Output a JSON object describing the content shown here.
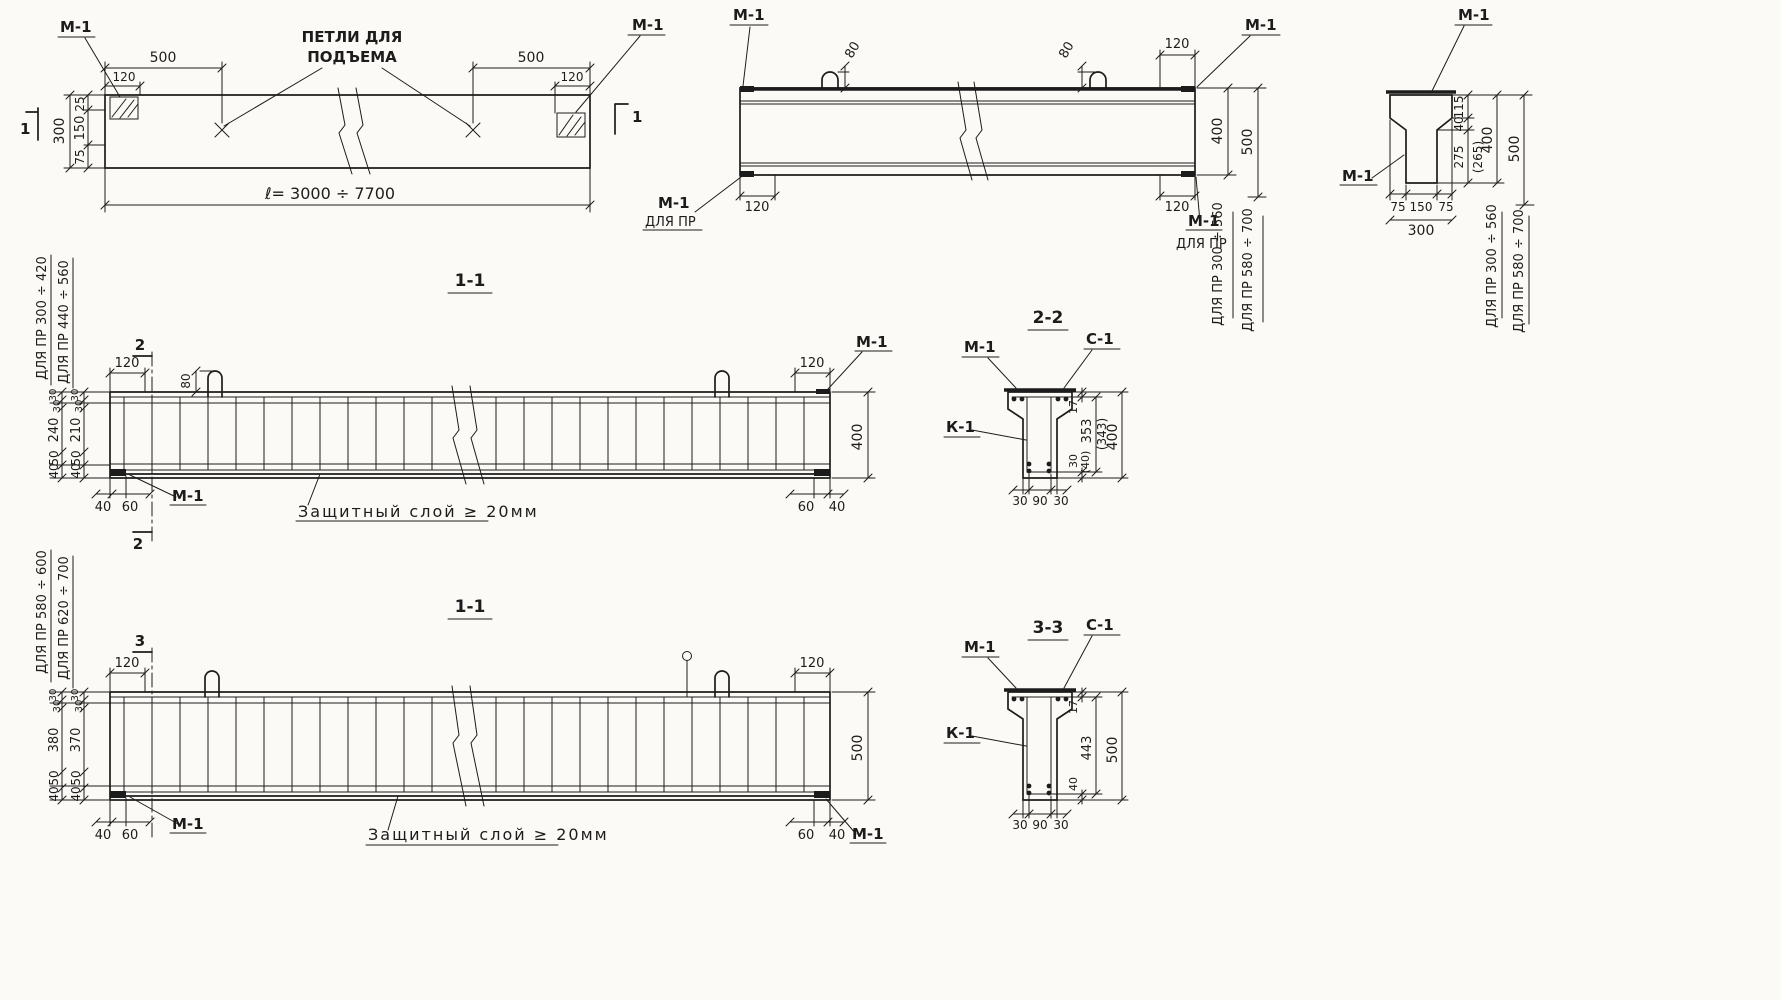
{
  "palette": {
    "ink": "#1c1c1c",
    "paper": "#fbfaf6"
  },
  "plan": {
    "m1_left": "М-1",
    "m1_right": "М-1",
    "lift_line1": "ПЕТЛИ ДЛЯ",
    "lift_line2": "ПОДЪЕМА",
    "d500l": "500",
    "d500r": "500",
    "d120l": "120",
    "d120r": "120",
    "d25": "25",
    "d150": "150",
    "d75": "75",
    "d300": "300",
    "length": "ℓ= 3000 ÷ 7700",
    "cut_left": "1",
    "cut_right": "1"
  },
  "elev": {
    "m1_tl": "М-1",
    "m1_tr": "М-1",
    "m1_bl1": "М-1",
    "m1_bl2": "ДЛЯ ПР",
    "m1_br1": "М-1",
    "m1_br2": "ДЛЯ ПР",
    "d80a": "80",
    "d80b": "80",
    "d120tr": "120",
    "d120bl": "120",
    "d120br": "120",
    "d400": "400",
    "d500": "500",
    "r400": "ДЛЯ ПР 300 ÷ 560",
    "r500": "ДЛЯ ПР 580 ÷ 700"
  },
  "endsec": {
    "m1_top": "М-1",
    "m1_left": "М-1",
    "d115": "115",
    "d40": "40",
    "d275": "275",
    "d265": "(265)",
    "d400": "400",
    "d500": "500",
    "d75a": "75",
    "d150": "150",
    "d75b": "75",
    "d300": "300",
    "r400": "ДЛЯ ПР 300 ÷ 560",
    "r500": "ДЛЯ ПР 580 ÷ 700"
  },
  "s11a": {
    "title": "1-1",
    "cut_top": "2",
    "cut_bot": "2",
    "range_outer": "ДЛЯ ПР 300 ÷ 420",
    "range_inner": "ДЛЯ ПР 440 ÷ 560",
    "d120l": "120",
    "d80": "80",
    "d120r": "120",
    "m1_tr": "М-1",
    "m1_bl": "М-1",
    "d400": "400",
    "colA": [
      "30",
      "30",
      "240",
      "50",
      "40"
    ],
    "colB": [
      "30",
      "30",
      "210",
      "50",
      "40"
    ],
    "bl40": "40",
    "bl60": "60",
    "br60": "60",
    "br40": "40",
    "cover": "Защитный слой ≥ 20мм"
  },
  "s22": {
    "title": "2-2",
    "m1": "М-1",
    "c1": "С-1",
    "k1": "К-1",
    "d17": "17",
    "d353": "353",
    "d343": "(343)",
    "d400": "400",
    "d30": "30",
    "d40p": "(40)",
    "b30a": "30",
    "b90": "90",
    "b30b": "30"
  },
  "s11b": {
    "title": "1-1",
    "cut_top": "3",
    "range_outer": "ДЛЯ ПР 580 ÷ 600",
    "range_inner": "ДЛЯ ПР 620 ÷ 700",
    "d120l": "120",
    "d120r": "120",
    "m1_bl": "М-1",
    "m1_br": "М-1",
    "d500": "500",
    "colA": [
      "30",
      "30",
      "380",
      "50",
      "40"
    ],
    "colB": [
      "30",
      "30",
      "370",
      "50",
      "40"
    ],
    "bl40": "40",
    "bl60": "60",
    "br60": "60",
    "br40": "40",
    "cover": "Защитный слой ≥ 20мм"
  },
  "s33": {
    "title": "3-3",
    "m1": "М-1",
    "c1": "С-1",
    "k1": "К-1",
    "d17": "17",
    "d443": "443",
    "d500": "500",
    "d40": "40",
    "b30a": "30",
    "b90": "90",
    "b30b": "30"
  }
}
